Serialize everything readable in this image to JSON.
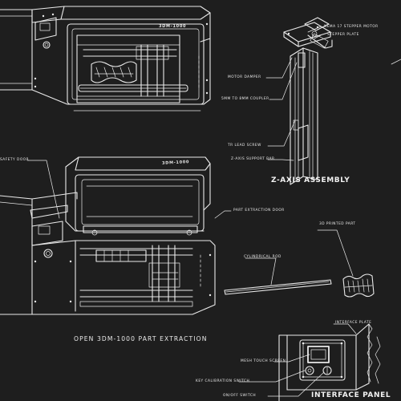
{
  "brand_top": "3DM-1000",
  "brand_mid": "3DM-1000",
  "z_axis": {
    "title": "Z-AXIS ASSEMBLY",
    "labels": {
      "stepper_motor": "NEMA 17 STEPPER MOTOR",
      "stepper_plate": "STEPPER PLATE",
      "motor_damper": "MOTOR DAMPER",
      "coupler": "5MM TO 8MM COUPLER",
      "lead_screw": "TR LEAD SCREW",
      "support_bar": "Z-AXIS SUPPORT BAR"
    }
  },
  "extraction": {
    "caption": "OPEN 3DM-1000 PART EXTRACTION",
    "labels": {
      "safety_door": "SAFETY DOOR",
      "extraction_door": "PART EXTRACTION DOOR",
      "printed_part": "3D PRINTED PART",
      "rod": "CYLINDRICAL ROD"
    }
  },
  "interface": {
    "title": "INTERFACE PANEL",
    "labels": {
      "plate": "INTERFACE PLATE",
      "screen": "MESH TOUCH SCREEN",
      "calibration": "KEY CALIBRATION SWITCH",
      "on_off": "ON/OFF SWITCH"
    }
  }
}
